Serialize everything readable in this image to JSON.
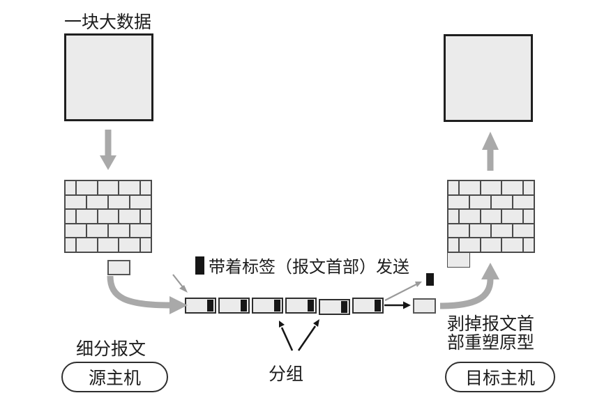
{
  "colors": {
    "bg": "#ffffff",
    "fill": "#ebebeb",
    "square_border": "#1f1f1f",
    "brick_line": "#4a4a4a",
    "gray_arrow": "#a9a9a9",
    "thin_gray": "#9a9a9a",
    "ink": "#161616",
    "text": "#1d1d1d",
    "rect_border": "#555555",
    "packet_border": "#2e2e2e"
  },
  "source_side": {
    "data_block_label": "一块大数据",
    "action_label": "细分报文",
    "host_label": "源主机"
  },
  "transit": {
    "legend_text": "带着标签（报文首部）发送",
    "packet_count": 6,
    "packets_label": "分组"
  },
  "destination_side": {
    "action_label_line1": "剥掉报文首",
    "action_label_line2": "部重塑原型",
    "host_label": "目标主机"
  }
}
